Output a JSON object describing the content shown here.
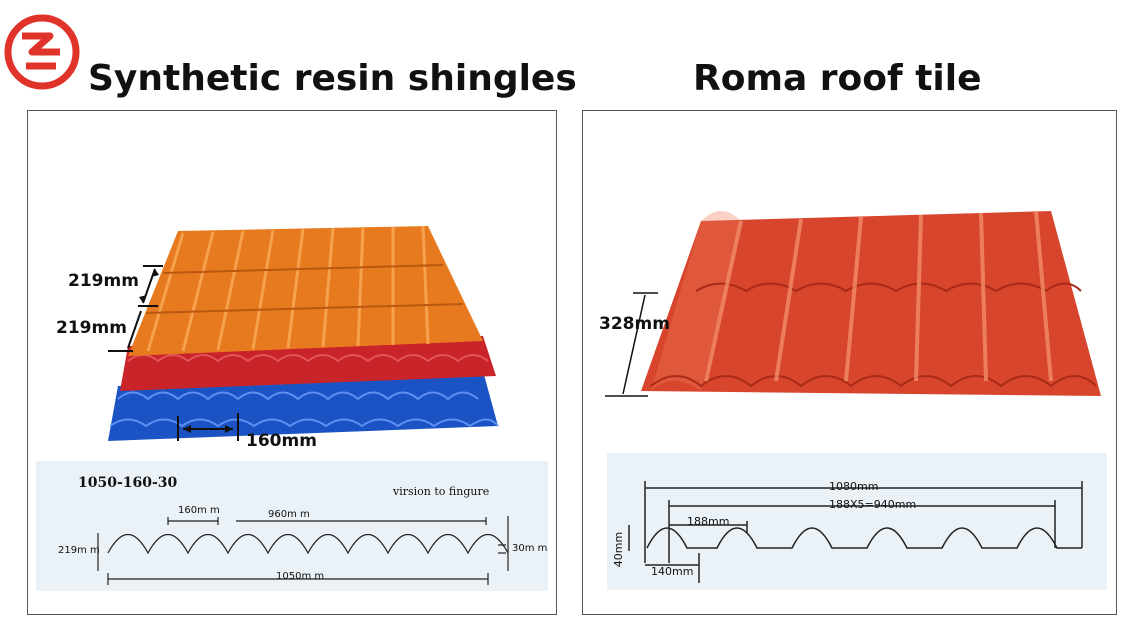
{
  "brand": {
    "logo_letters": "ZG",
    "logo_color": "#e0342a"
  },
  "left": {
    "title": "Synthetic resin shingles",
    "dimensions": {
      "rise_top": "219mm",
      "rise_bottom": "219mm",
      "pitch": "160mm"
    },
    "diagram": {
      "model_code": "1050-160-30",
      "note": "virsion to fingure",
      "pitch_label": "160m m",
      "span_label": "960m m",
      "height_label": "219m m",
      "depth_label": "30m m",
      "total_label": "1050m m"
    },
    "colors": {
      "orange": "#e77a1f",
      "red": "#c8242a",
      "blue": "#1c53c4"
    }
  },
  "right": {
    "title": "Roma roof tile",
    "dimensions": {
      "length": "328mm"
    },
    "diagram": {
      "total_width": "1080mm",
      "span": "188X5=940mm",
      "pitch": "188mm",
      "height": "40mm",
      "base": "140mm"
    },
    "colors": {
      "tile": "#d8452d"
    }
  }
}
